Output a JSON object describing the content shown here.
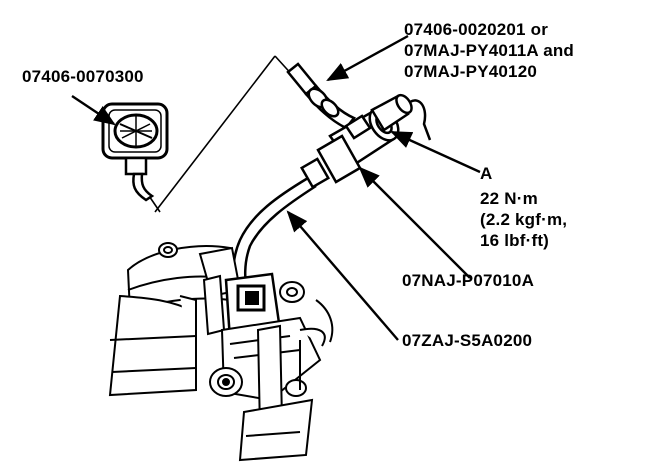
{
  "labels": {
    "gauge": "07406-0070300",
    "hose_line1": "07406-0020201 or",
    "hose_line2": "07MAJ-PY4011A and",
    "hose_line3": "07MAJ-PY40120",
    "bolt_letter": "A",
    "torque_nm": "22 N·m",
    "torque_kgf": "(2.2 kgf·m,",
    "torque_lbf": "16 lbf·ft)",
    "adapter": "07NAJ-P07010A",
    "fitting": "07ZAJ-S5A0200"
  }
}
